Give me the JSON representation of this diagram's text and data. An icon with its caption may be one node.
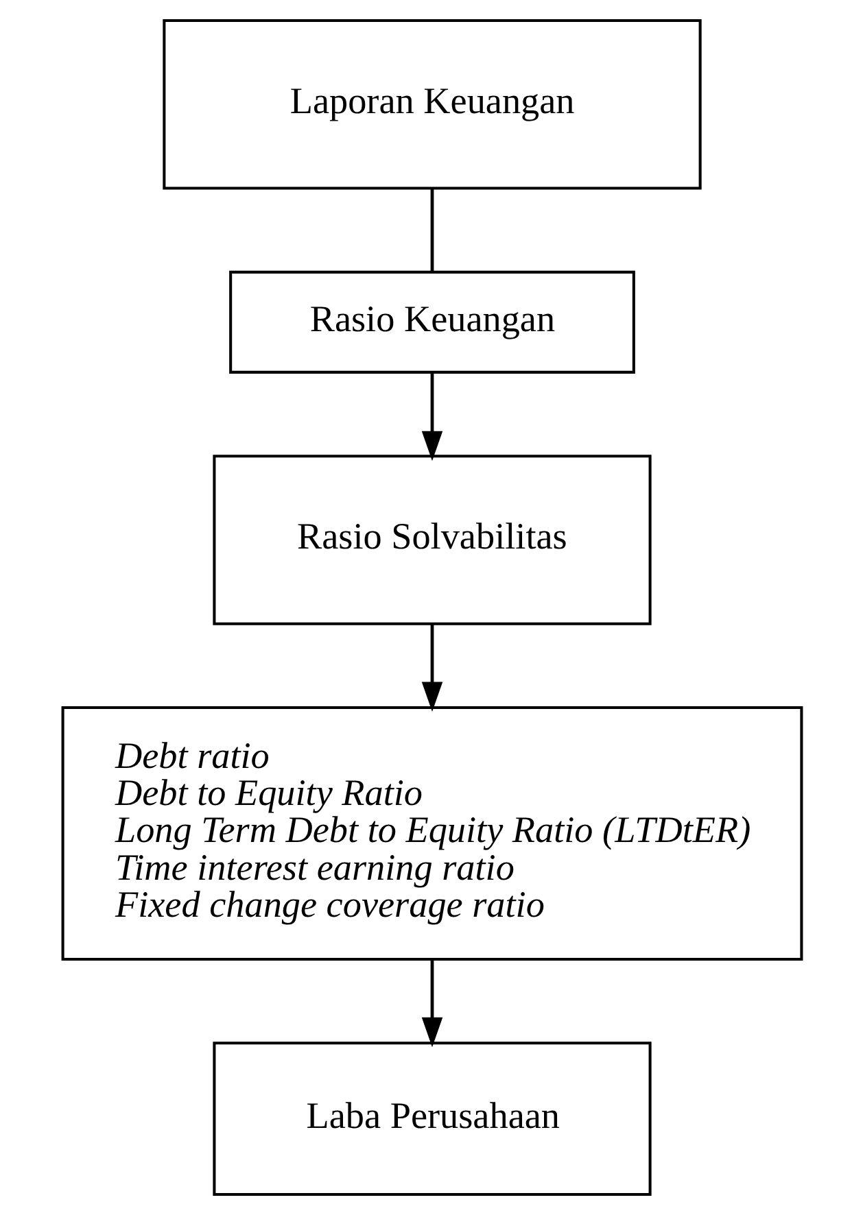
{
  "diagram": {
    "nodes": [
      {
        "text": [
          "Laporan Keuangan"
        ]
      },
      {
        "text": [
          "Rasio Keuangan"
        ]
      },
      {
        "text": [
          "Rasio Solvabilitas"
        ]
      },
      {
        "text": [
          "Debt ratio",
          "Debt to Equity Ratio",
          "Long Term Debt to Equity Ratio (LTDtER)",
          "Time interest earning ratio",
          "Fixed change coverage ratio"
        ]
      },
      {
        "text": [
          "Laba Perusahaan"
        ]
      }
    ],
    "edges": [
      {
        "from": 0,
        "to": 1,
        "arrow": "none"
      },
      {
        "from": 1,
        "to": 2,
        "arrow": "to"
      },
      {
        "from": 2,
        "to": 3,
        "arrow": "to"
      },
      {
        "from": 3,
        "to": 4,
        "arrow": "to"
      }
    ]
  }
}
